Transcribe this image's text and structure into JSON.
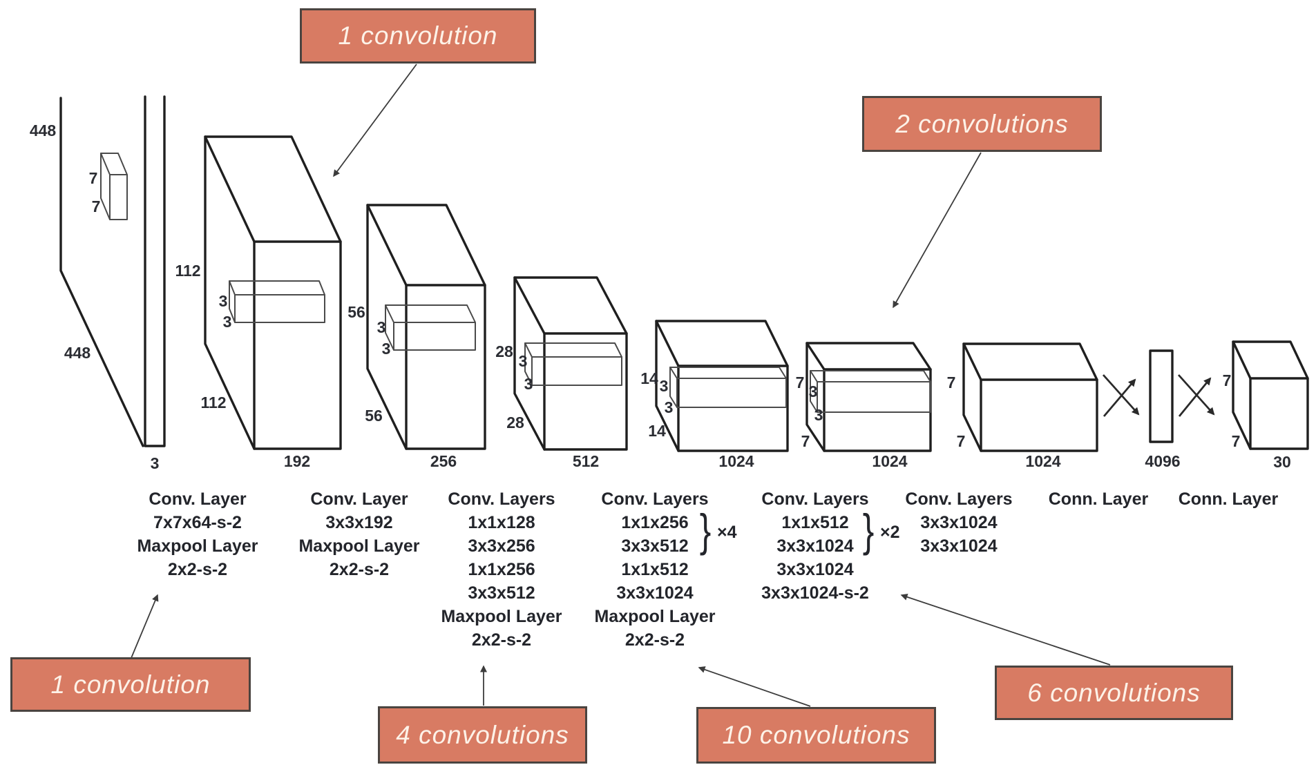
{
  "palette": {
    "callout_fill": "#d87b63",
    "callout_border": "#4a4440",
    "callout_text": "#fdf2e8",
    "wire": "#1f1f1f",
    "label_text": "#23252b",
    "background": "#ffffff"
  },
  "callouts": {
    "c1": "1 convolution",
    "c2": "2 convolutions",
    "c3": "1 convolution",
    "c4": "4 convolutions",
    "c5": "10 convolutions",
    "c6": "6 convolutions"
  },
  "dims": {
    "input_h": "448",
    "input_w": "448",
    "input_d": "3",
    "input_k1": "7",
    "input_k2": "7",
    "s1_h": "112",
    "s1_w": "112",
    "s1_f": "192",
    "s1_k1": "3",
    "s1_k2": "3",
    "s2_h": "56",
    "s2_w": "56",
    "s2_f": "256",
    "s2_k1": "3",
    "s2_k2": "3",
    "s3_h": "28",
    "s3_w": "28",
    "s3_f": "512",
    "s3_k1": "3",
    "s3_k2": "3",
    "s4_h": "14",
    "s4_w": "14",
    "s4_f": "1024",
    "s4_k1": "3",
    "s4_k2": "3",
    "s5_h": "7",
    "s5_w": "7",
    "s5_f": "1024",
    "s5_k1": "3",
    "s5_k2": "3",
    "s6_h": "7",
    "s6_w": "7",
    "s6_f": "1024",
    "fc": "4096",
    "out_h": "7",
    "out_w": "7",
    "out_d": "30"
  },
  "columns": [
    {
      "lines": [
        "Conv. Layer",
        "7x7x64-s-2",
        "Maxpool Layer",
        "2x2-s-2"
      ]
    },
    {
      "lines": [
        "Conv. Layer",
        "3x3x192",
        "Maxpool Layer",
        "2x2-s-2"
      ]
    },
    {
      "lines": [
        "Conv. Layers",
        "1x1x128",
        "3x3x256",
        "1x1x256",
        "3x3x512",
        "Maxpool Layer",
        "2x2-s-2"
      ]
    },
    {
      "lines": [
        "Conv. Layers",
        "1x1x256",
        "3x3x512",
        "1x1x512",
        "3x3x1024",
        "Maxpool Layer",
        "2x2-s-2"
      ],
      "brace": "}",
      "repeat": "×4"
    },
    {
      "lines": [
        "Conv. Layers",
        "1x1x512",
        "3x3x1024",
        "3x3x1024",
        "3x3x1024-s-2"
      ],
      "brace": "}",
      "repeat": "×2"
    },
    {
      "lines": [
        "Conv. Layers",
        "3x3x1024",
        "3x3x1024"
      ]
    },
    {
      "lines": [
        "Conn. Layer"
      ]
    },
    {
      "lines": [
        "Conn. Layer"
      ]
    }
  ]
}
